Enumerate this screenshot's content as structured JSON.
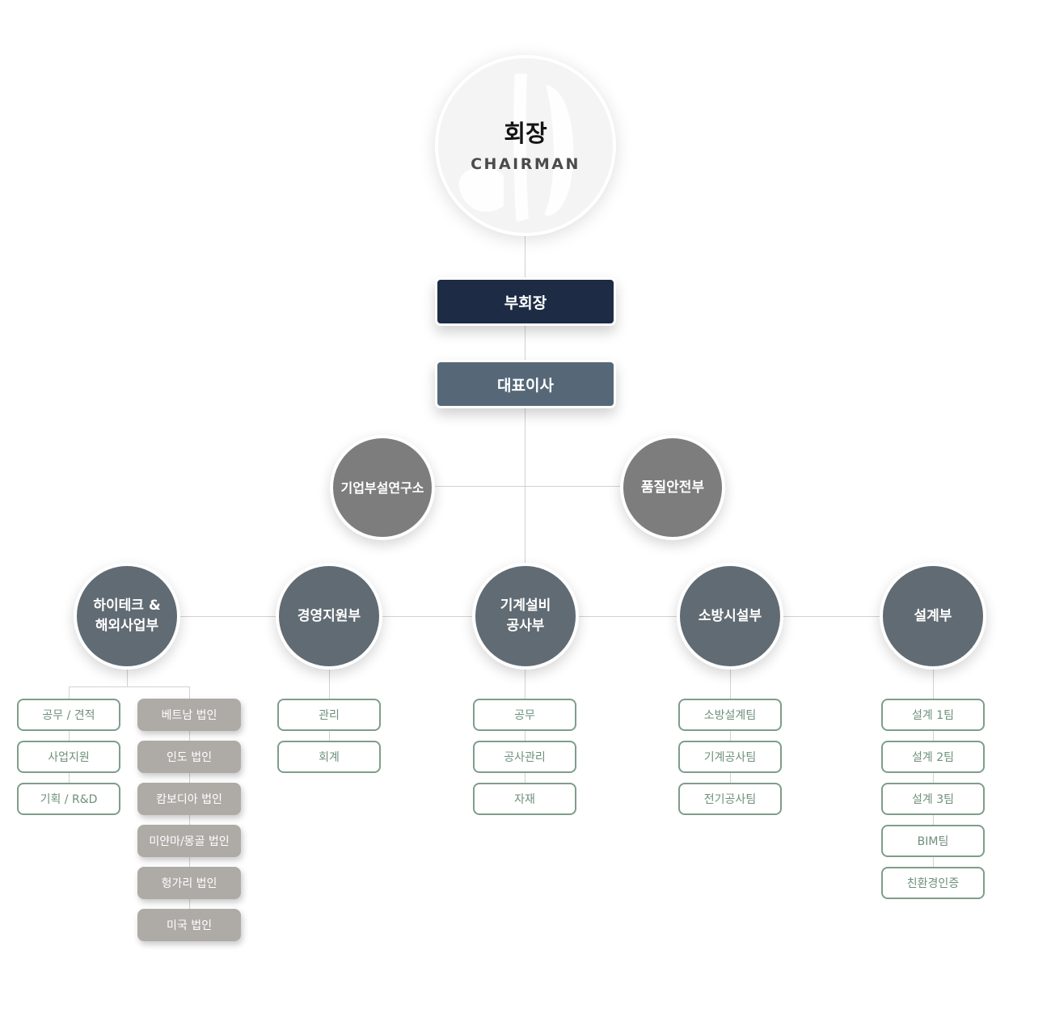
{
  "chairman": {
    "title_ko": "회장",
    "title_en": "CHAIRMAN"
  },
  "vice_chairman": "부회장",
  "ceo": "대표이사",
  "side_units": {
    "research": "기업부설연구소",
    "quality": "품질안전부"
  },
  "divisions": [
    {
      "name": "하이테크 &\n해외사업부",
      "teams": [
        "공무 / 견적",
        "사업지원",
        "기획 / R&D"
      ],
      "corporations": [
        "베트남 법인",
        "인도 법인",
        "캄보디아 법인",
        "미얀마/몽골 법인",
        "헝가리 법인",
        "미국 법인"
      ]
    },
    {
      "name": "경영지원부",
      "teams": [
        "관리",
        "회계"
      ]
    },
    {
      "name": "기계설비\n공사부",
      "teams": [
        "공무",
        "공사관리",
        "자재"
      ]
    },
    {
      "name": "소방시설부",
      "teams": [
        "소방설계팀",
        "기계공사팀",
        "전기공사팀"
      ]
    },
    {
      "name": "설계부",
      "teams": [
        "설계 1팀",
        "설계 2팀",
        "설계 3팀",
        "BIM팀",
        "친환경인증"
      ]
    }
  ],
  "colors": {
    "vice_chairman": "#1d2c44",
    "ceo": "#566878",
    "side_unit": "#7d7d7d",
    "division": "#616b73",
    "team_border": "#7f9d8b",
    "corporation": "#aeaba7"
  }
}
